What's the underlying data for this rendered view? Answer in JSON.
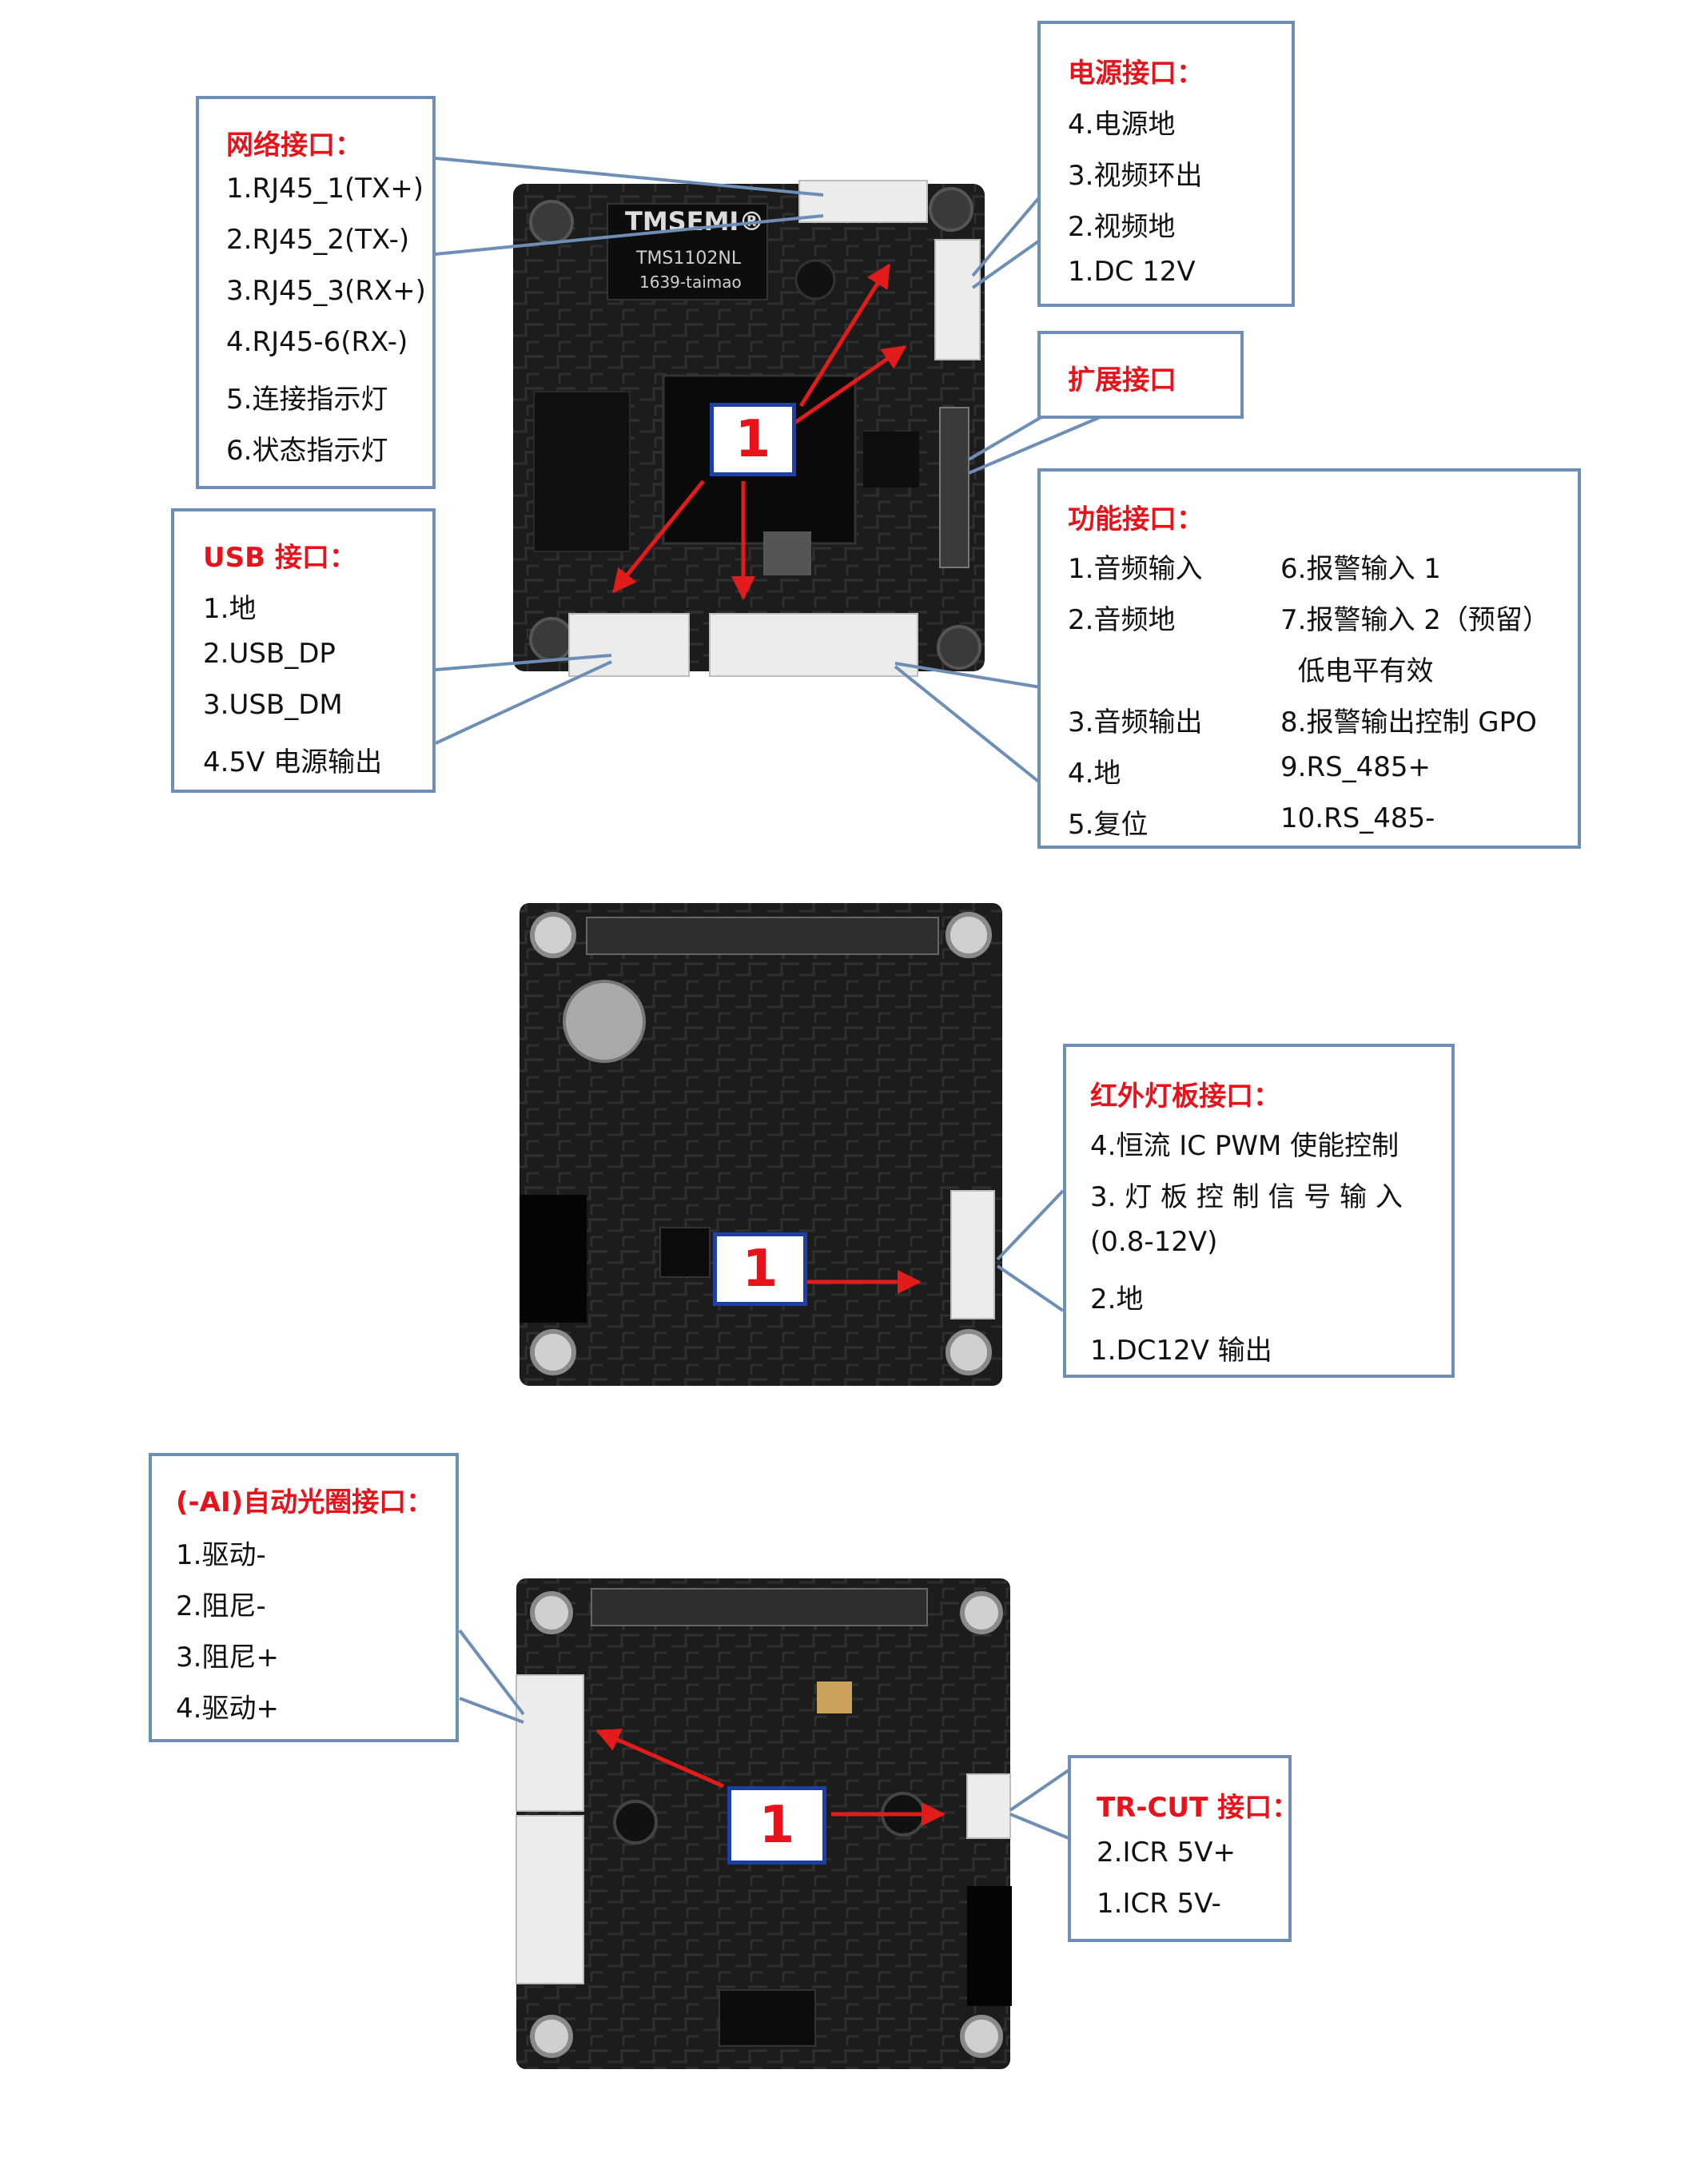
{
  "colors": {
    "title_red": "#e8121a",
    "callout_border": "#6d8fb5",
    "marker_border": "#1d3fa8",
    "arrow_red": "#e21b1b",
    "board_dark": "#1c1c1c",
    "connector_white": "#ededed"
  },
  "board1": {
    "marker": "1",
    "chip_text": [
      "TMSEMI®",
      "TMS1102NL",
      "1639-taimao"
    ],
    "net_port": {
      "title": "网络接口：",
      "lines": [
        "1.RJ45_1(TX+)",
        "2.RJ45_2(TX-)",
        "3.RJ45_3(RX+)",
        "4.RJ45-6(RX-)",
        "5.连接指示灯",
        "6.状态指示灯"
      ]
    },
    "usb_port": {
      "title": "USB 接口：",
      "lines": [
        "1.地",
        "2.USB_DP",
        "3.USB_DM",
        "4.5V 电源输出"
      ]
    },
    "power_port": {
      "title": "电源接口：",
      "lines": [
        "4.电源地",
        "3.视频环出",
        "2.视频地",
        "1.DC 12V"
      ]
    },
    "ext_port": {
      "title": "扩展接口"
    },
    "func_port": {
      "title": "功能接口：",
      "col1": [
        "1.音频输入",
        "2.音频地",
        "",
        "3.音频输出",
        "4.地",
        "5.复位"
      ],
      "col2": [
        "6.报警输入 1",
        "7.报警输入 2（预留）",
        "  低电平有效",
        "8.报警输出控制 GPO",
        "9.RS_485+",
        "10.RS_485-"
      ]
    }
  },
  "board2": {
    "marker": "1",
    "ir_port": {
      "title": "红外灯板接口：",
      "lines": [
        "4.恒流 IC PWM 使能控制",
        "3. 灯 板 控 制 信 号 输 入",
        "(0.8-12V)",
        "2.地",
        "1.DC12V 输出"
      ]
    }
  },
  "board3": {
    "marker": "1",
    "iris_port": {
      "title": "(-AI)自动光圈接口：",
      "lines": [
        "1.驱动-",
        "2.阻尼-",
        "3.阻尼+",
        "4.驱动+"
      ]
    },
    "ircut_port": {
      "title": "TR-CUT 接口：",
      "lines": [
        "2.ICR 5V+",
        "1.ICR 5V-"
      ]
    }
  }
}
